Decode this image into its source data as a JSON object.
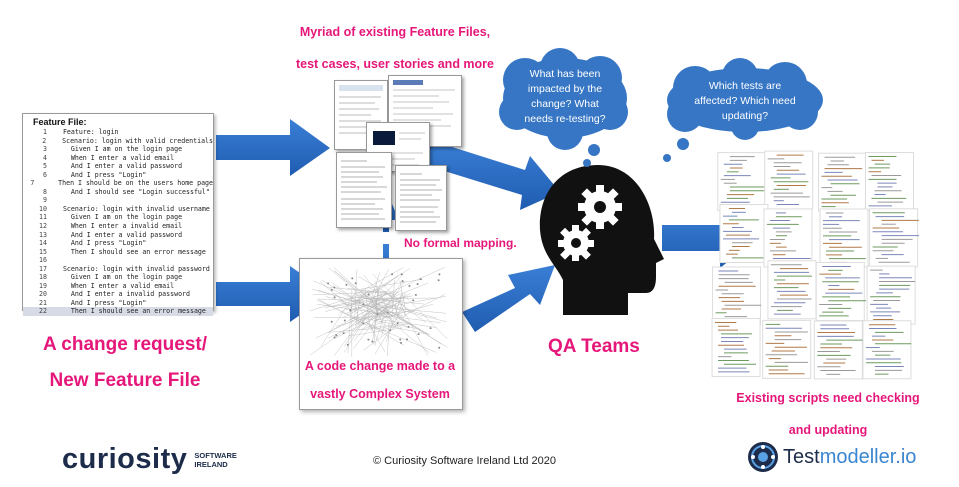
{
  "feature_file": {
    "title": "Feature File:",
    "lines": [
      {
        "n": "1",
        "t": "  Feature: login"
      },
      {
        "n": "2",
        "t": "  Scenario: login with valid credentials"
      },
      {
        "n": "3",
        "t": "    Given I am on the login page"
      },
      {
        "n": "4",
        "t": "    When I enter a valid email"
      },
      {
        "n": "5",
        "t": "    And I enter a valid password"
      },
      {
        "n": "6",
        "t": "    And I press \"Login\""
      },
      {
        "n": "7",
        "t": "    Then I should be on the users home page"
      },
      {
        "n": "8",
        "t": "    And I should see \"Login successful\""
      },
      {
        "n": "9",
        "t": ""
      },
      {
        "n": "10",
        "t": "  Scenario: login with invalid username"
      },
      {
        "n": "11",
        "t": "    Given I am on the login page"
      },
      {
        "n": "12",
        "t": "    When I enter a invalid email"
      },
      {
        "n": "13",
        "t": "    And I enter a valid password"
      },
      {
        "n": "14",
        "t": "    And I press \"Login\""
      },
      {
        "n": "15",
        "t": "    Then I should see an error message"
      },
      {
        "n": "16",
        "t": ""
      },
      {
        "n": "17",
        "t": "  Scenario: login with invalid password"
      },
      {
        "n": "18",
        "t": "    Given I am on the login page"
      },
      {
        "n": "19",
        "t": "    When I enter a valid email"
      },
      {
        "n": "20",
        "t": "    And I enter a invalid password"
      },
      {
        "n": "21",
        "t": "    And I press \"Login\""
      },
      {
        "n": "22",
        "t": "    Then I should see an error message"
      }
    ]
  },
  "labels": {
    "myriad_line1": "Myriad of existing Feature Files,",
    "myriad_line2": "test cases, user stories and more",
    "no_mapping": "No formal mapping.",
    "change_line1": "A change request/",
    "change_line2": "New Feature File",
    "code_change_line1": "A code change made to a",
    "code_change_line2": "vastly Complex System",
    "qa_teams": "QA Teams",
    "scripts_line1": "Existing scripts need checking",
    "scripts_line2": "and updating"
  },
  "thoughts": {
    "left": [
      "What has been",
      "impacted by the",
      "change? What",
      "needs re-testing?"
    ],
    "right": [
      "Which tests are",
      "affected? Which need",
      "updating?"
    ]
  },
  "footer": {
    "copyright": "© Curiosity Software Ireland Ltd 2020",
    "curiosity_logo": "curiosity",
    "curiosity_sub1": "SOFTWARE",
    "curiosity_sub2": "IRELAND",
    "testmodeller_1": "Test",
    "testmodeller_2": "modeller.io"
  },
  "colors": {
    "accent_pink": "#e6177a",
    "arrow_blue": "#2d6fc8",
    "cloud_blue": "#3676c4",
    "logo_dark": "#1d2c4a"
  }
}
